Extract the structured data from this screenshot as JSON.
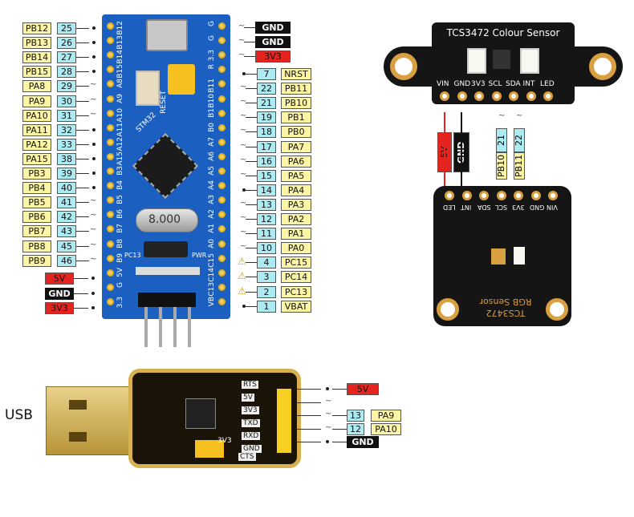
{
  "left_pins": [
    {
      "name": "PB12",
      "num": "25",
      "mark": "dot"
    },
    {
      "name": "PB13",
      "num": "26",
      "mark": "dot"
    },
    {
      "name": "PB14",
      "num": "27",
      "mark": "dot"
    },
    {
      "name": "PB15",
      "num": "28",
      "mark": "dot"
    },
    {
      "name": "PA8",
      "num": "29",
      "mark": "wave"
    },
    {
      "name": "PA9",
      "num": "30",
      "mark": "wave"
    },
    {
      "name": "PA10",
      "num": "31",
      "mark": "wave"
    },
    {
      "name": "PA11",
      "num": "32",
      "mark": "dot"
    },
    {
      "name": "PA12",
      "num": "33",
      "mark": "dot"
    },
    {
      "name": "PA15",
      "num": "38",
      "mark": "dot"
    },
    {
      "name": "PB3",
      "num": "39",
      "mark": "dot"
    },
    {
      "name": "PB4",
      "num": "40",
      "mark": "dot"
    },
    {
      "name": "PB5",
      "num": "41",
      "mark": "wave"
    },
    {
      "name": "PB6",
      "num": "42",
      "mark": "wave"
    },
    {
      "name": "PB7",
      "num": "43",
      "mark": "wave"
    },
    {
      "name": "PB8",
      "num": "45",
      "mark": "wave"
    },
    {
      "name": "PB9",
      "num": "46",
      "mark": "wave"
    }
  ],
  "left_power": [
    {
      "name": "5V",
      "style": "red"
    },
    {
      "name": "GND",
      "style": "blk"
    },
    {
      "name": "3V3",
      "style": "red"
    }
  ],
  "right_top": [
    {
      "name": "GND",
      "style": "blk"
    },
    {
      "name": "GND",
      "style": "blk"
    },
    {
      "name": "3V3",
      "style": "red"
    }
  ],
  "right_pins": [
    {
      "num": "7",
      "name": "NRST",
      "mark": "dot"
    },
    {
      "num": "22",
      "name": "PB11",
      "mark": "wave"
    },
    {
      "num": "21",
      "name": "PB10",
      "mark": "wave"
    },
    {
      "num": "19",
      "name": "PB1",
      "mark": "wave"
    },
    {
      "num": "18",
      "name": "PB0",
      "mark": "wave"
    },
    {
      "num": "17",
      "name": "PA7",
      "mark": "wave"
    },
    {
      "num": "16",
      "name": "PA6",
      "mark": "wave"
    },
    {
      "num": "15",
      "name": "PA5",
      "mark": "wave"
    },
    {
      "num": "14",
      "name": "PA4",
      "mark": "dot"
    },
    {
      "num": "13",
      "name": "PA3",
      "mark": "wave"
    },
    {
      "num": "12",
      "name": "PA2",
      "mark": "wave"
    },
    {
      "num": "11",
      "name": "PA1",
      "mark": "wave"
    },
    {
      "num": "10",
      "name": "PA0",
      "mark": "wave"
    },
    {
      "num": "4",
      "name": "PC15",
      "mark": "warn"
    },
    {
      "num": "3",
      "name": "PC14",
      "mark": "warn"
    },
    {
      "num": "2",
      "name": "PC13",
      "mark": "warn"
    },
    {
      "num": "1",
      "name": "VBAT",
      "mark": "dot"
    }
  ],
  "stm32_board": {
    "left_silk": [
      "B12",
      "B13",
      "B14",
      "B15",
      "A8",
      "A9",
      "A10",
      "A11",
      "A12",
      "A15",
      "B3",
      "B4",
      "B5",
      "B6",
      "B7",
      "B8",
      "B9",
      "5V",
      "G",
      "3.3"
    ],
    "right_silk": [
      "G",
      "G",
      "3.3",
      "R",
      "B11",
      "B10",
      "B1",
      "B0",
      "A7",
      "A6",
      "A5",
      "A4",
      "A3",
      "A2",
      "A1",
      "A0",
      "C15",
      "C14",
      "C13",
      "VB"
    ],
    "reset_label": "RESET",
    "chip_label": "STM32",
    "crystal_label": "8.000",
    "pc13_label": "PC13",
    "pwr_label": "PWR"
  },
  "tcs_top": {
    "title": "TCS3472 Colour Sensor",
    "pins": [
      "VIN",
      "GND",
      "3V3",
      "SCL",
      "SDA",
      "INT",
      "LED"
    ]
  },
  "tcs_wires": {
    "power": [
      {
        "name": "5V",
        "style": "red"
      },
      {
        "name": "GND",
        "style": "blk"
      }
    ],
    "signal_nums": [
      "21",
      "22"
    ],
    "signal_names": [
      "PB10",
      "PB11"
    ]
  },
  "tcs_bottom": {
    "pins": [
      "VIN",
      "GND",
      "3V3",
      "SCL",
      "SDA",
      "INT",
      "LED"
    ],
    "label_line1": "TCS3472",
    "label_line2": "RGB Sensor"
  },
  "usb": {
    "label": "USB",
    "pins": [
      "RTS",
      "5V",
      "3V3",
      "TXD",
      "RXD",
      "GND"
    ],
    "cts": "CTS",
    "jumper": "3V3",
    "rows": [
      {
        "num": "",
        "name": "5V",
        "style": "red"
      },
      {
        "num": "",
        "name": "",
        "style": ""
      },
      {
        "num": "13",
        "name": "PA9",
        "style": "yel"
      },
      {
        "num": "12",
        "name": "PA10",
        "style": "yel"
      },
      {
        "num": "",
        "name": "GND",
        "style": "blk"
      }
    ]
  }
}
